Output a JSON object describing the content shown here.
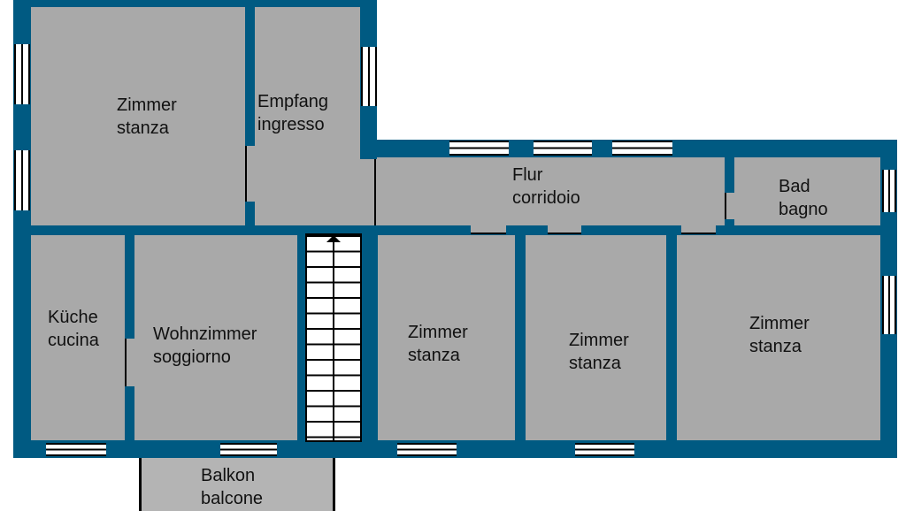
{
  "rooms": {
    "zimmer1": {
      "de": "Zimmer",
      "it": "stanza"
    },
    "empfang": {
      "de": "Empfang",
      "it": "ingresso"
    },
    "flur": {
      "de": "Flur",
      "it": "corridoio"
    },
    "bad": {
      "de": "Bad",
      "it": "bagno"
    },
    "kueche": {
      "de": "Küche",
      "it": "cucina"
    },
    "wohnzimmer": {
      "de": "Wohnzimmer",
      "it": "soggiorno"
    },
    "zimmer2": {
      "de": "Zimmer",
      "it": "stanza"
    },
    "zimmer3": {
      "de": "Zimmer",
      "it": "stanza"
    },
    "zimmer4": {
      "de": "Zimmer",
      "it": "stanza"
    },
    "balkon": {
      "de": "Balkon",
      "it": "balcone"
    }
  },
  "colors": {
    "wall": "#005a82",
    "room": "#a9a9a9",
    "balcony": "#b4b4b4"
  }
}
